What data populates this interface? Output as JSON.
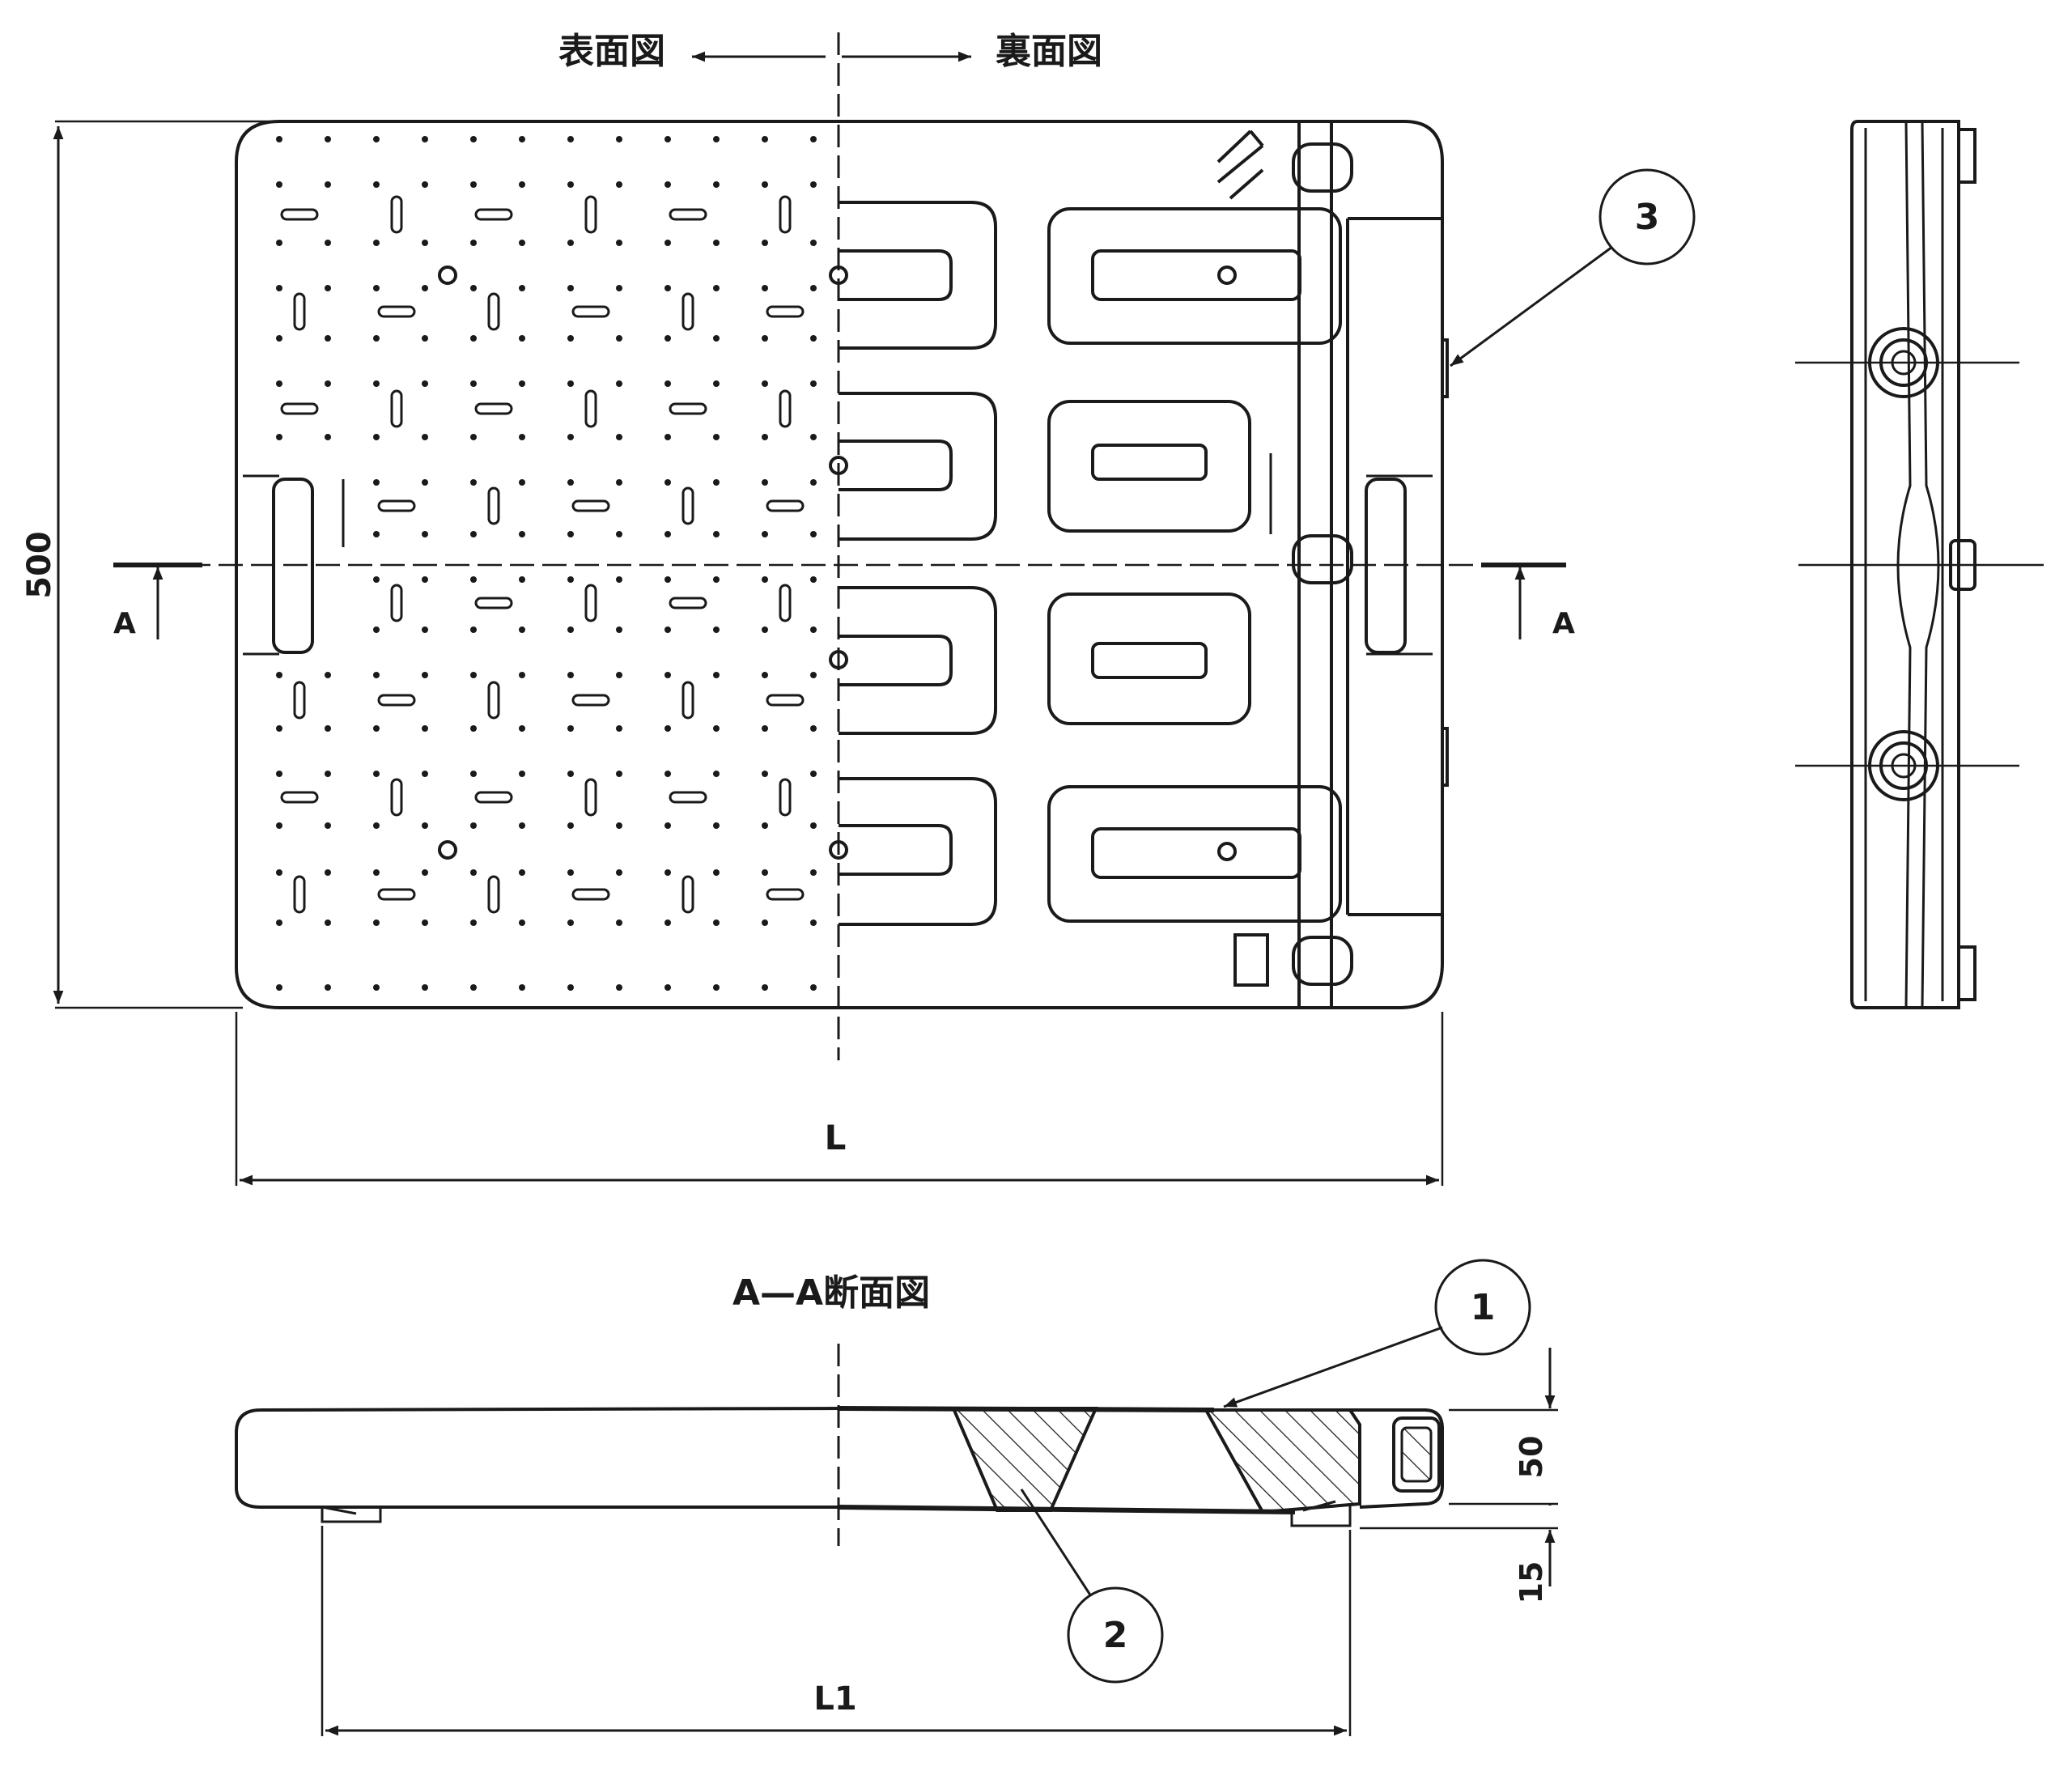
{
  "view_labels": {
    "front": "表面図",
    "back": "裏面図",
    "section_title": "A—A断面図",
    "section_marker": "A"
  },
  "dimensions": {
    "height": "500",
    "length": "L",
    "inner_length": "L1",
    "thickness": "50",
    "foot_height": "15"
  },
  "callouts": [
    "3",
    "1",
    "2"
  ],
  "colors": {
    "ink": "#1a1a1a",
    "paper": "#ffffff"
  }
}
